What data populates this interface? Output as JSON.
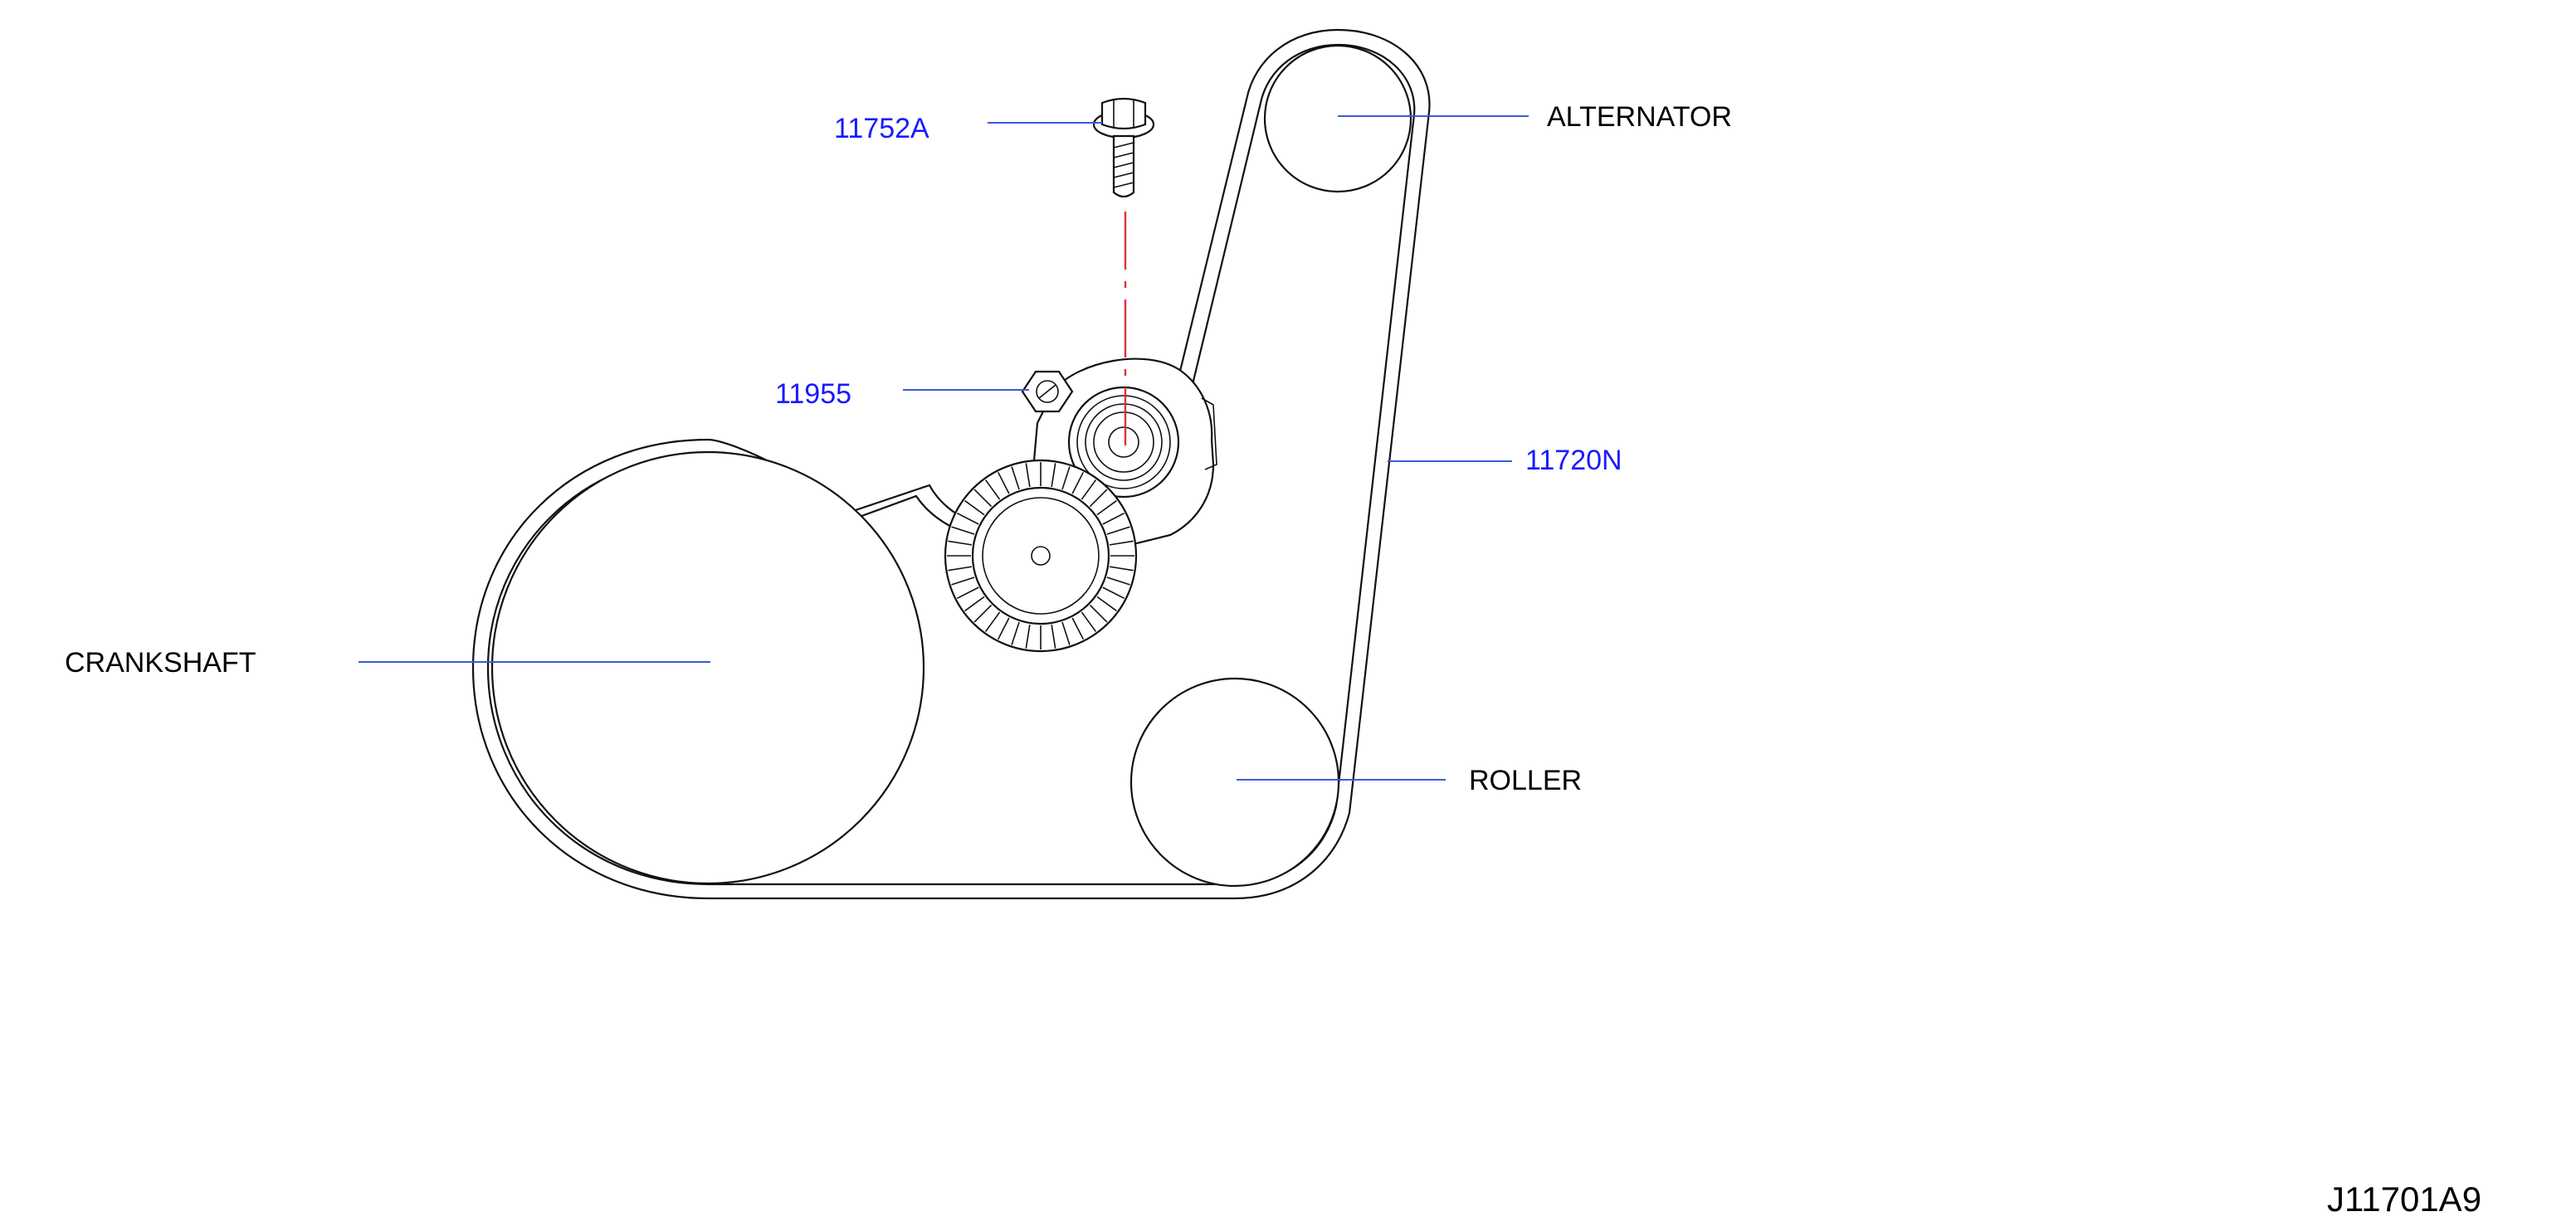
{
  "labels": {
    "bolt": "11752A",
    "tensioner": "11955",
    "belt": "11720N",
    "alternator": "ALTERNATOR",
    "crankshaft": "CRANKSHAFT",
    "roller": "ROLLER"
  },
  "reference_code": "J11701A9",
  "colors": {
    "part_number_text": "#1a1aff",
    "component_text": "#000000",
    "leader_line": "#3a5bd9",
    "centerline": "#e0303a",
    "line_art": "#111111"
  }
}
